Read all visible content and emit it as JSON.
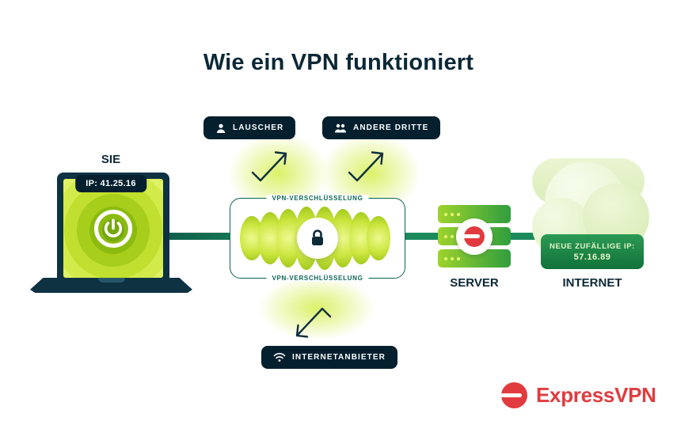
{
  "title": "Wie ein VPN funktioniert",
  "you": {
    "label": "SIE",
    "ip": "IP: 41.25.16"
  },
  "threats": {
    "eavesdropper": "LAUSCHER",
    "third_parties": "ANDERE DRITTE",
    "isp": "INTERNETANBIETER"
  },
  "tunnel": {
    "label_top": "VPN-VERSCHLÜSSELUNG",
    "label_bottom": "VPN-VERSCHLÜSSELUNG"
  },
  "server": {
    "label": "SERVER"
  },
  "internet": {
    "label": "INTERNET",
    "new_ip_caption": "NEUE ZUFÄLLIGE IP:",
    "new_ip": "57.16.89"
  },
  "brand": {
    "wordmark": "ExpressVPN"
  },
  "colors": {
    "navy": "#04202e",
    "teal": "#0c6457",
    "line_green": "#1b8a5c",
    "lime": "#cbe63f",
    "server_green": "#2f9e3f",
    "badge_green": "#117239",
    "brand_red": "#e13b3f"
  }
}
